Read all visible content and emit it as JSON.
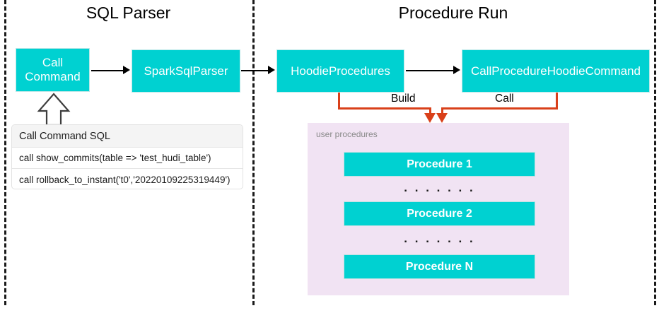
{
  "diagram": {
    "type": "flowchart",
    "sections": [
      {
        "id": "sql-parser",
        "title": "SQL Parser"
      },
      {
        "id": "procedure-run",
        "title": "Procedure Run"
      }
    ],
    "nodes": [
      {
        "id": "call-command",
        "label_line1": "Call",
        "label_line2": "Command",
        "color": "#00D1D1"
      },
      {
        "id": "spark-sql-parser",
        "label": "SparkSqlParser",
        "color": "#00D1D1"
      },
      {
        "id": "hoodie-procedures",
        "label": "HoodieProcedures",
        "color": "#00D1D1"
      },
      {
        "id": "call-procedure-hoodie-command",
        "label": "CallProcedureHoodieCommand",
        "color": "#00D1D1"
      }
    ],
    "connector_labels": {
      "build": "Build",
      "call": "Call"
    },
    "colors": {
      "node_fill": "#00D1D1",
      "node_text": "#FFFFFF",
      "connector_orange": "#D9401A",
      "connector_black": "#000000",
      "panel_fill": "#F1E3F3",
      "panel_caption": "#8A8A8A",
      "separator_dash": "#1A1A1A"
    }
  },
  "sql_table": {
    "header": "Call Command SQL",
    "rows": [
      "call show_commits(table => 'test_hudi_table')",
      "call rollback_to_instant('t0','20220109225319449')"
    ]
  },
  "user_procedures": {
    "caption": "user procedures",
    "items": [
      {
        "label": "Procedure 1"
      },
      {
        "label": "Procedure 2"
      },
      {
        "label": "Procedure N"
      }
    ],
    "ellipsis": ". . . . . . ."
  }
}
